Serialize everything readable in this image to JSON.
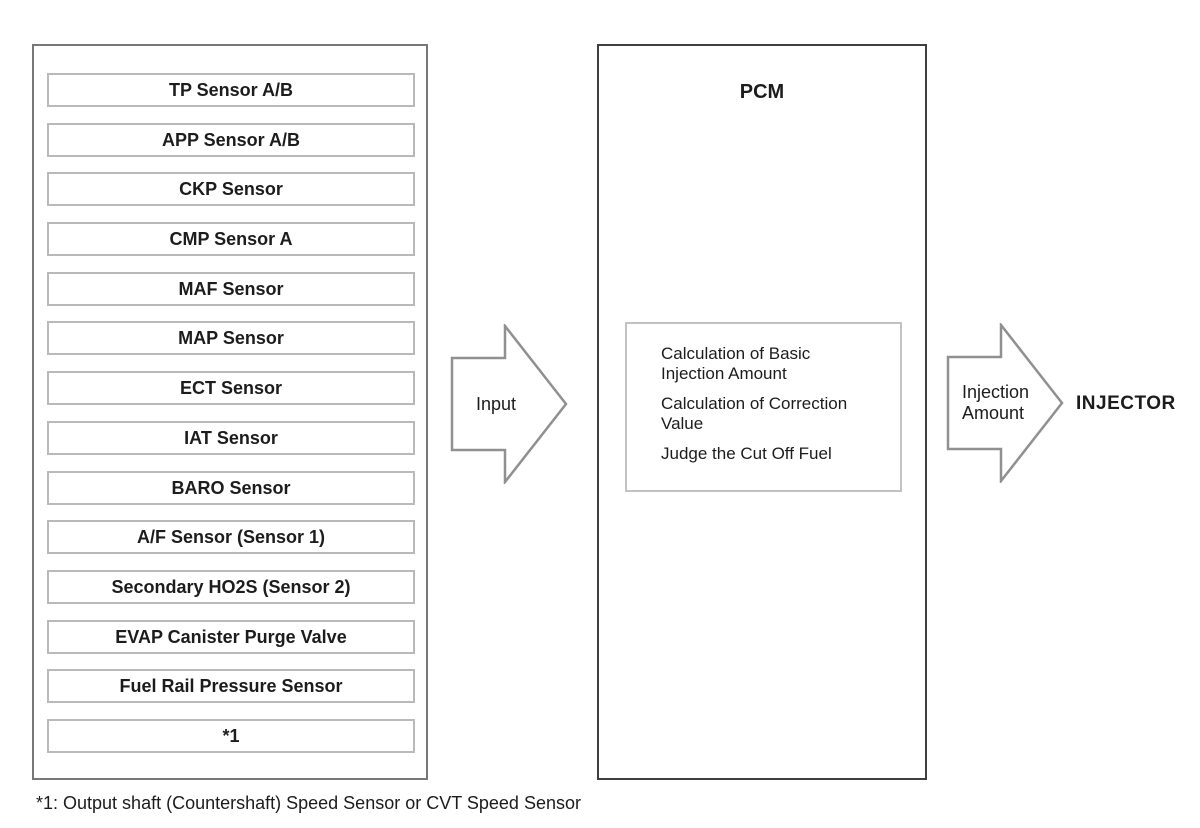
{
  "sensors": {
    "items": [
      "TP Sensor A/B",
      "APP Sensor A/B",
      "CKP Sensor",
      "CMP Sensor A",
      "MAF Sensor",
      "MAP Sensor",
      "ECT Sensor",
      "IAT Sensor",
      "BARO Sensor",
      "A/F Sensor (Sensor 1)",
      "Secondary HO2S (Sensor 2)",
      "EVAP Canister Purge Valve",
      "Fuel Rail Pressure Sensor",
      "*1"
    ]
  },
  "arrows": {
    "input_label": "Input",
    "output_label": "Injection\nAmount"
  },
  "pcm": {
    "title": "PCM",
    "functions": [
      "Calculation of Basic\nInjection Amount",
      "Calculation of Correction\nValue",
      "Judge the Cut Off Fuel"
    ]
  },
  "injector_label": "INJECTOR",
  "footnote": "*1: Output shaft (Countershaft) Speed Sensor or CVT Speed Sensor",
  "colors": {
    "background": "#ffffff",
    "outer_box_border": "#787878",
    "sensor_box_border": "#b9b9b9",
    "pcm_box_border": "#3f3f3f",
    "calc_box_border": "#c2c2c2",
    "arrow_outline": "#909090",
    "text": "#1c1c1c"
  }
}
